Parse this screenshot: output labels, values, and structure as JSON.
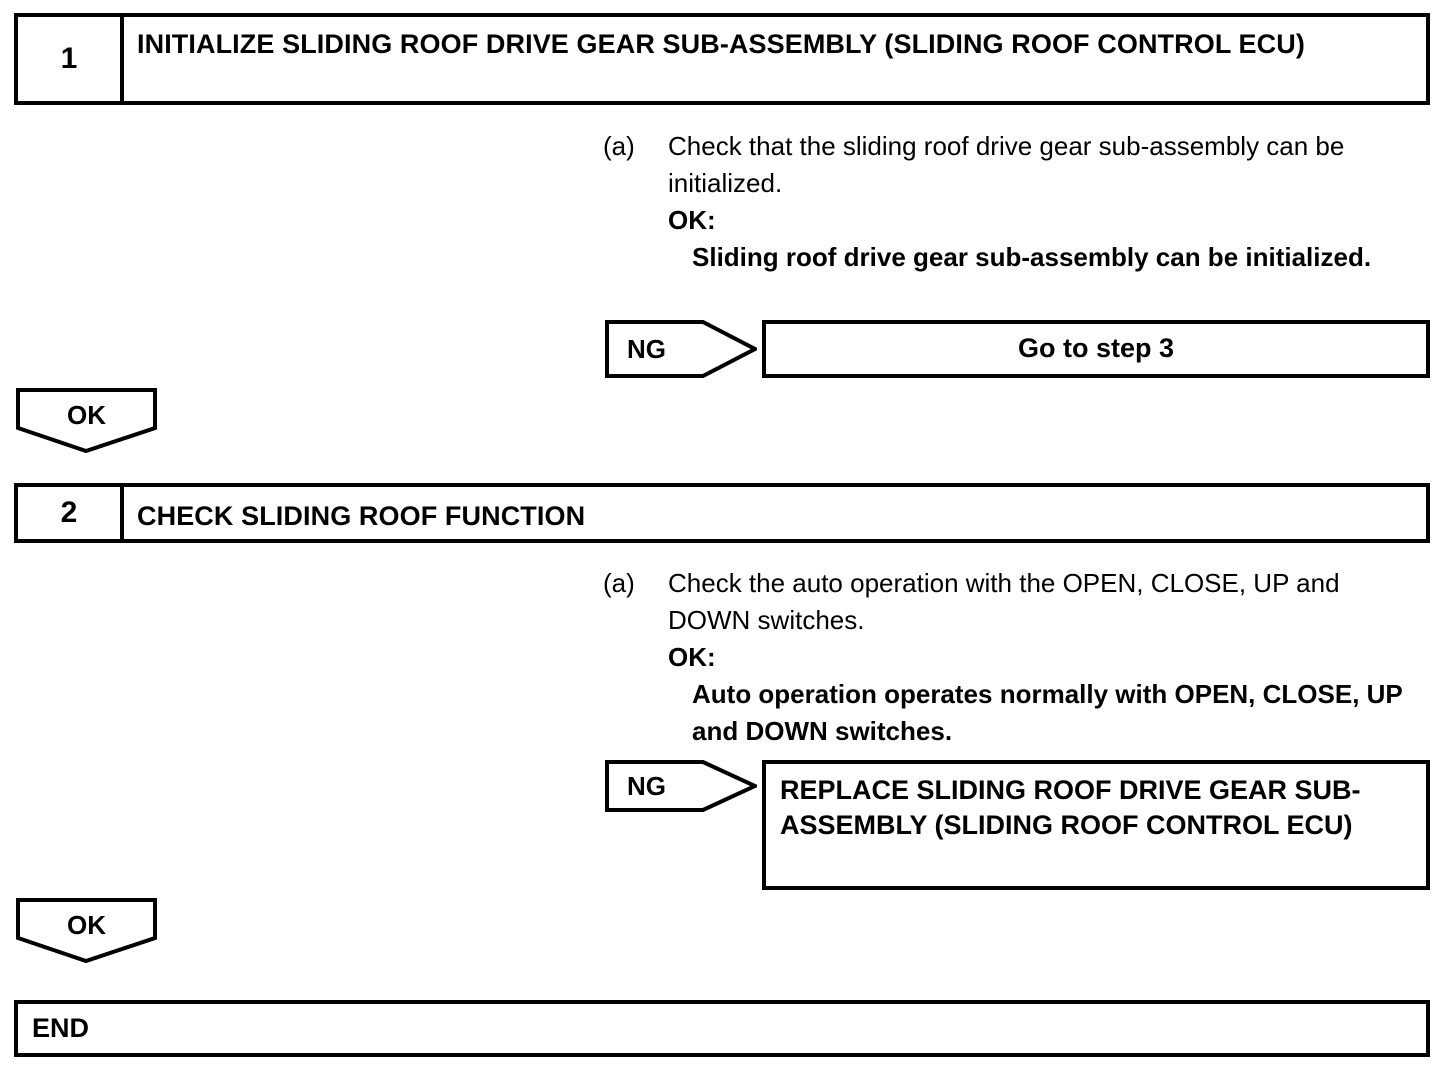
{
  "document": {
    "type": "troubleshooting-flowchart",
    "line_color": "#000000",
    "background_color": "#ffffff"
  },
  "steps": [
    {
      "number": "1",
      "title": "INITIALIZE SLIDING ROOF DRIVE GEAR SUB-ASSEMBLY (SLIDING ROOF CONTROL ECU)",
      "instruction": {
        "marker": "(a)",
        "text": "Check that the sliding roof drive gear sub-assembly can be initialized.",
        "ok_label": "OK:",
        "ok_value": "Sliding roof drive gear sub-assembly can be initialized."
      },
      "ng_branch": {
        "label": "NG",
        "result": "Go to step 3"
      },
      "ok_branch": {
        "label": "OK"
      }
    },
    {
      "number": "2",
      "title": "CHECK SLIDING ROOF FUNCTION",
      "instruction": {
        "marker": "(a)",
        "text": "Check the auto operation with the OPEN, CLOSE, UP and DOWN switches.",
        "ok_label": "OK:",
        "ok_value": "Auto operation operates normally with OPEN, CLOSE, UP and DOWN switches."
      },
      "ng_branch": {
        "label": "NG",
        "result": "REPLACE SLIDING ROOF DRIVE GEAR SUB-ASSEMBLY (SLIDING ROOF CONTROL ECU)"
      },
      "ok_branch": {
        "label": "OK"
      }
    }
  ],
  "end": {
    "label": "END"
  }
}
